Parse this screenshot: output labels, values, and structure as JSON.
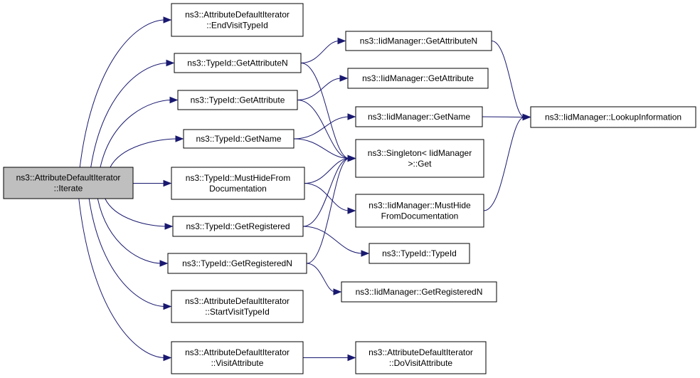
{
  "nodes": {
    "root": [
      "ns3::AttributeDefaultIterator",
      "::Iterate"
    ],
    "endVisit": [
      "ns3::AttributeDefaultIterator",
      "::EndVisitTypeId"
    ],
    "getAttrN": [
      "ns3::TypeId::GetAttributeN"
    ],
    "getAttr": [
      "ns3::TypeId::GetAttribute"
    ],
    "getName": [
      "ns3::TypeId::GetName"
    ],
    "mustHide": [
      "ns3::TypeId::MustHideFrom",
      "Documentation"
    ],
    "getRegistered": [
      "ns3::TypeId::GetRegistered"
    ],
    "getRegisteredN": [
      "ns3::TypeId::GetRegisteredN"
    ],
    "startVisit": [
      "ns3::AttributeDefaultIterator",
      "::StartVisitTypeId"
    ],
    "visitAttr": [
      "ns3::AttributeDefaultIterator",
      "::VisitAttribute"
    ],
    "iidGetAttrN": [
      "ns3::IidManager::GetAttributeN"
    ],
    "iidGetAttr": [
      "ns3::IidManager::GetAttribute"
    ],
    "iidGetName": [
      "ns3::IidManager::GetName"
    ],
    "singleton": [
      "ns3::Singleton< IidManager",
      ">::Get"
    ],
    "iidMustHide": [
      "ns3::IidManager::MustHide",
      "FromDocumentation"
    ],
    "typeIdCtor": [
      "ns3::TypeId::TypeId"
    ],
    "iidGetRegN": [
      "ns3::IidManager::GetRegisteredN"
    ],
    "doVisit": [
      "ns3::AttributeDefaultIterator",
      "::DoVisitAttribute"
    ],
    "lookup": [
      "ns3::IidManager::LookupInformation"
    ]
  },
  "edges": [
    [
      "root",
      "endVisit"
    ],
    [
      "root",
      "getAttrN"
    ],
    [
      "root",
      "getAttr"
    ],
    [
      "root",
      "getName"
    ],
    [
      "root",
      "mustHide"
    ],
    [
      "root",
      "getRegistered"
    ],
    [
      "root",
      "getRegisteredN"
    ],
    [
      "root",
      "startVisit"
    ],
    [
      "root",
      "visitAttr"
    ],
    [
      "getAttrN",
      "iidGetAttrN"
    ],
    [
      "getAttrN",
      "singleton"
    ],
    [
      "getAttr",
      "iidGetAttr"
    ],
    [
      "getAttr",
      "singleton"
    ],
    [
      "getName",
      "iidGetName"
    ],
    [
      "getName",
      "singleton"
    ],
    [
      "mustHide",
      "singleton"
    ],
    [
      "mustHide",
      "iidMustHide"
    ],
    [
      "getRegistered",
      "singleton"
    ],
    [
      "getRegistered",
      "typeIdCtor"
    ],
    [
      "getRegisteredN",
      "singleton"
    ],
    [
      "getRegisteredN",
      "iidGetRegN"
    ],
    [
      "visitAttr",
      "doVisit"
    ],
    [
      "iidGetAttrN",
      "lookup"
    ],
    [
      "iidGetName",
      "lookup"
    ],
    [
      "iidMustHide",
      "lookup"
    ]
  ],
  "colors": {
    "edge": "#191970",
    "root_fill": "#bfbfbf",
    "node_border": "#000000"
  }
}
